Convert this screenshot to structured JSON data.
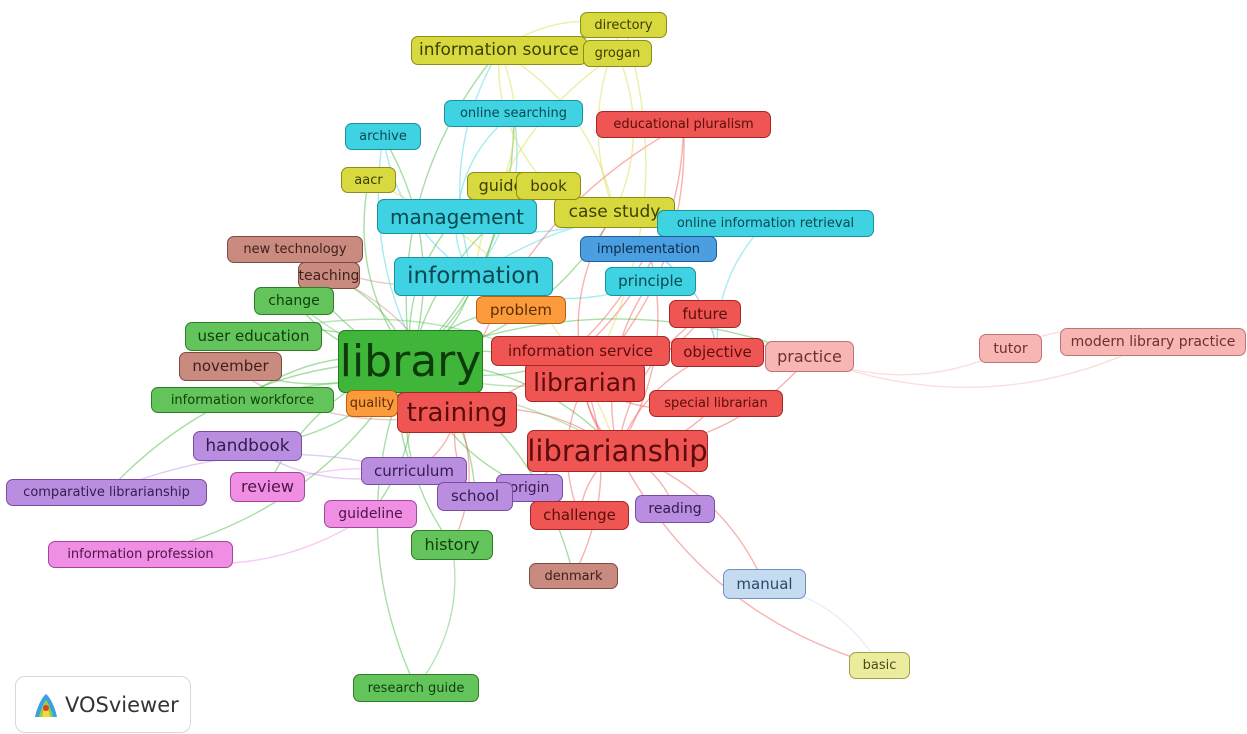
{
  "app": {
    "name": "VOSviewer"
  },
  "colors": {
    "red": "#ef5552",
    "green": "#62c45b",
    "olive": "#d7d93e",
    "cyan": "#3ed2e2",
    "blue": "#4b9ee0",
    "orange": "#fb9b3c",
    "brown": "#c98a80",
    "purple": "#b98ee0",
    "pink": "#ef8ee2",
    "light_pink": "#f7b6b4",
    "light_blue": "#c4dbf2",
    "light_olive": "#ecec9e"
  },
  "nodes": [
    {
      "id": "library",
      "label": "library",
      "cluster": "dgreen"
    },
    {
      "id": "librarianship",
      "label": "librarianship",
      "cluster": "red"
    },
    {
      "id": "training",
      "label": "training",
      "cluster": "red"
    },
    {
      "id": "librarian",
      "label": "librarian",
      "cluster": "red"
    },
    {
      "id": "information",
      "label": "information",
      "cluster": "cyan"
    },
    {
      "id": "management",
      "label": "management",
      "cluster": "cyan"
    },
    {
      "id": "case-study",
      "label": "case study",
      "cluster": "olive"
    },
    {
      "id": "information-source",
      "label": "information source",
      "cluster": "olive"
    },
    {
      "id": "information-service",
      "label": "information service",
      "cluster": "red"
    },
    {
      "id": "guide",
      "label": "guide",
      "cluster": "olive"
    },
    {
      "id": "book",
      "label": "book",
      "cluster": "olive"
    },
    {
      "id": "directory",
      "label": "directory",
      "cluster": "olive"
    },
    {
      "id": "grogan",
      "label": "grogan",
      "cluster": "olive"
    },
    {
      "id": "online-searching",
      "label": "online searching",
      "cluster": "cyan"
    },
    {
      "id": "educational-pluralism",
      "label": "educational pluralism",
      "cluster": "red"
    },
    {
      "id": "archive",
      "label": "archive",
      "cluster": "cyan"
    },
    {
      "id": "aacr",
      "label": "aacr",
      "cluster": "olive"
    },
    {
      "id": "online-information-retrieval",
      "label": "online information retrieval",
      "cluster": "cyan"
    },
    {
      "id": "implementation",
      "label": "implementation",
      "cluster": "blue"
    },
    {
      "id": "new-technology",
      "label": "new technology",
      "cluster": "brown"
    },
    {
      "id": "teaching",
      "label": "teaching",
      "cluster": "brown"
    },
    {
      "id": "principle",
      "label": "principle",
      "cluster": "cyan"
    },
    {
      "id": "change",
      "label": "change",
      "cluster": "green"
    },
    {
      "id": "problem",
      "label": "problem",
      "cluster": "orange"
    },
    {
      "id": "future",
      "label": "future",
      "cluster": "red"
    },
    {
      "id": "user-education",
      "label": "user education",
      "cluster": "green"
    },
    {
      "id": "objective",
      "label": "objective",
      "cluster": "red"
    },
    {
      "id": "practice",
      "label": "practice",
      "cluster": "lpink"
    },
    {
      "id": "tutor",
      "label": "tutor",
      "cluster": "lpink"
    },
    {
      "id": "modern-library-practice",
      "label": "modern library practice",
      "cluster": "lpink"
    },
    {
      "id": "november",
      "label": "november",
      "cluster": "brown"
    },
    {
      "id": "information-workforce",
      "label": "information workforce",
      "cluster": "green"
    },
    {
      "id": "quality",
      "label": "quality",
      "cluster": "orange"
    },
    {
      "id": "special-librarian",
      "label": "special librarian",
      "cluster": "red"
    },
    {
      "id": "handbook",
      "label": "handbook",
      "cluster": "purple"
    },
    {
      "id": "curriculum",
      "label": "curriculum",
      "cluster": "purple"
    },
    {
      "id": "comparative-librarianship",
      "label": "comparative librarianship",
      "cluster": "purple"
    },
    {
      "id": "review",
      "label": "review",
      "cluster": "pink"
    },
    {
      "id": "origin",
      "label": "origin",
      "cluster": "purple"
    },
    {
      "id": "school",
      "label": "school",
      "cluster": "purple"
    },
    {
      "id": "reading",
      "label": "reading",
      "cluster": "purple"
    },
    {
      "id": "guideline",
      "label": "guideline",
      "cluster": "pink"
    },
    {
      "id": "challenge",
      "label": "challenge",
      "cluster": "red"
    },
    {
      "id": "information-profession",
      "label": "information profession",
      "cluster": "pink"
    },
    {
      "id": "history",
      "label": "history",
      "cluster": "green"
    },
    {
      "id": "denmark",
      "label": "denmark",
      "cluster": "brown"
    },
    {
      "id": "manual",
      "label": "manual",
      "cluster": "lblue"
    },
    {
      "id": "basic",
      "label": "basic",
      "cluster": "lolive"
    },
    {
      "id": "research-guide",
      "label": "research guide",
      "cluster": "green"
    }
  ]
}
